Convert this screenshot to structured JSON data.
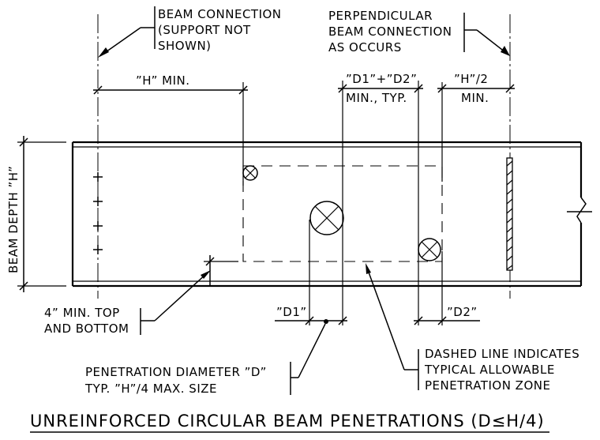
{
  "title": "UNREINFORCED CIRCULAR BEAM PENETRATIONS (D≤H/4)",
  "notes": {
    "beam_connection": [
      "BEAM CONNECTION",
      "(SUPPORT NOT",
      "SHOWN)"
    ],
    "perpendicular": [
      "PERPENDICULAR",
      "BEAM CONNECTION",
      "AS OCCURS"
    ],
    "min_top_bottom": [
      "4” MIN. TOP",
      "AND BOTTOM"
    ],
    "penetration_diameter": [
      "PENETRATION DIAMETER ”D”",
      "TYP. ”H”/4 MAX. SIZE"
    ],
    "dashed_line": [
      "DASHED LINE INDICATES",
      "TYPICAL ALLOWABLE",
      "PENETRATION ZONE"
    ]
  },
  "dimensions": {
    "h_min": "”H” MIN.",
    "d1_d2_top": "”D1”+”D2”",
    "d1_d2_bottom": "MIN., TYP.",
    "h_half_top": "”H”/2",
    "h_half_bottom": "MIN.",
    "beam_depth": "BEAM DEPTH ”H”",
    "d1": "”D1”",
    "d2": "”D2”"
  }
}
